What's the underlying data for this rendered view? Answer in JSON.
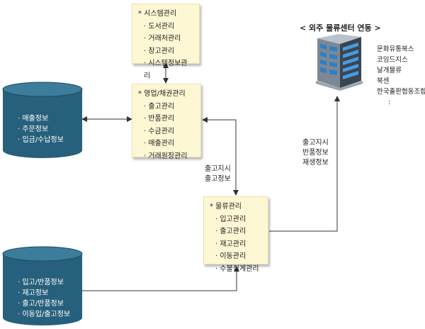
{
  "system_mgmt": {
    "title": "* 시스템관리",
    "items": [
      "도서관리",
      "거래처관리",
      "창고관리",
      "시스템정보관리"
    ]
  },
  "sales_mgmt": {
    "title": "* 영업/채권관리",
    "items": [
      "출고관리",
      "반품관리",
      "수금관리",
      "매출관리",
      "거래원장관리"
    ]
  },
  "logistics_mgmt": {
    "title": "* 물류관리",
    "items": [
      "입고관리",
      "출고관리",
      "재고관리",
      "이동관리",
      "수불집계관리"
    ]
  },
  "db_top": {
    "items": [
      "매출정보",
      "주문정보",
      "입금/수납정보"
    ]
  },
  "db_bottom": {
    "items": [
      "입고/반품정보",
      "재고정보",
      "출고/반품정보",
      "이동입/출고정보"
    ]
  },
  "edge_labels": {
    "sales_to_logistics": [
      "출고지시",
      "출고정보"
    ],
    "logistics_to_center": [
      "출고지시",
      "반품정보",
      "재생정보"
    ]
  },
  "external_center": {
    "title": "< 외주 물류센터 연동 >",
    "partners": [
      "문화유통북스",
      "코임드지스",
      "날개물류",
      "북센",
      "한국출판협동조합",
      ":"
    ],
    "icon": "building-icon"
  },
  "colors": {
    "note_bg": "#fdf7d4",
    "cylinder": "#27607c",
    "arrow": "#333333"
  }
}
